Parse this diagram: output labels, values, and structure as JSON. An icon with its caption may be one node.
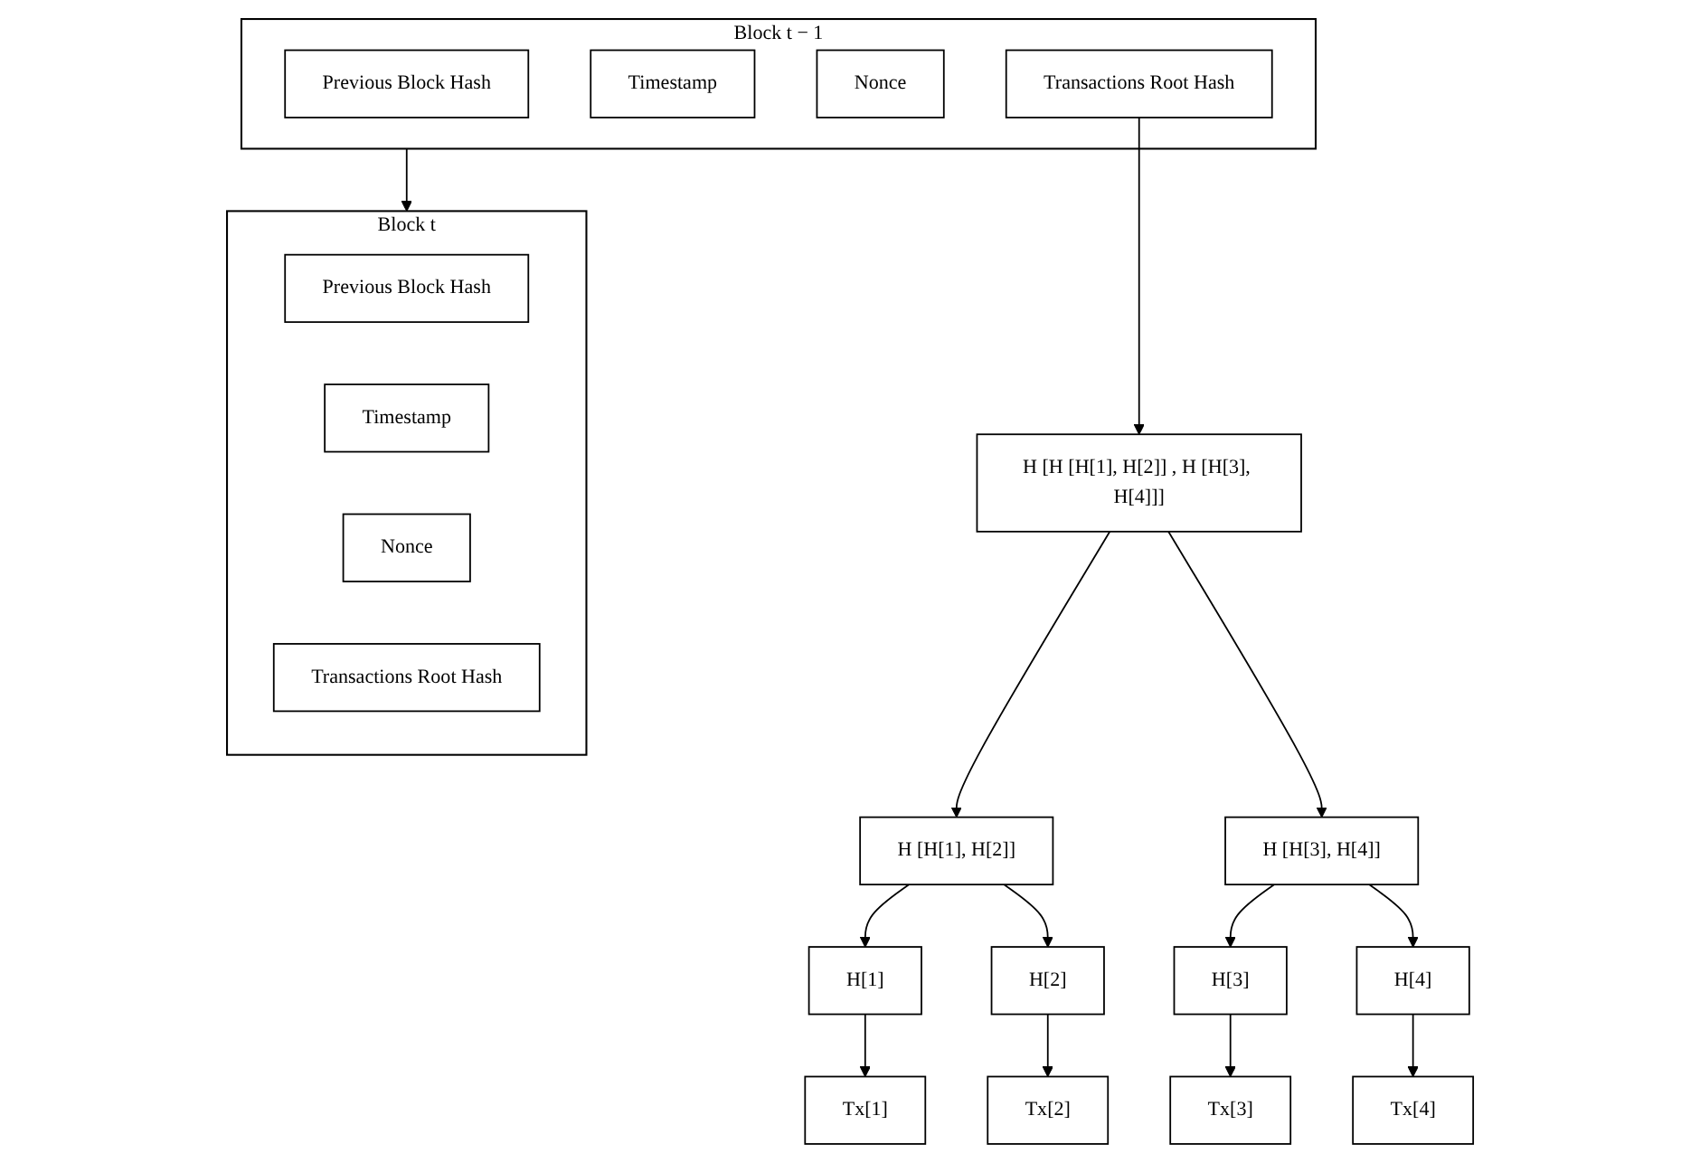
{
  "diagram": {
    "nodes": [
      {
        "text": [
          "Block t − 1"
        ]
      },
      {
        "text": [
          "Previous Block Hash"
        ],
        "in": 0
      },
      {
        "text": [
          "Timestamp"
        ],
        "in": 0
      },
      {
        "text": [
          "Nonce"
        ],
        "in": 0
      },
      {
        "text": [
          "Transactions Root Hash"
        ],
        "in": 0
      },
      {
        "text": [
          "Block t"
        ]
      },
      {
        "text": [
          "Previous Block Hash"
        ],
        "in": 5
      },
      {
        "text": [
          "Timestamp"
        ],
        "in": 5
      },
      {
        "text": [
          "Nonce"
        ],
        "in": 5
      },
      {
        "text": [
          "Transactions Root Hash"
        ],
        "in": 5
      },
      {
        "text": [
          "H [H [H[1], H[2]] , H [H[3], H[4]]]"
        ]
      },
      {
        "text": [
          "H [H[1], H[2]]"
        ]
      },
      {
        "text": [
          "H [H[3], H[4]]"
        ]
      },
      {
        "text": [
          "H[1]"
        ]
      },
      {
        "text": [
          "H[2]"
        ]
      },
      {
        "text": [
          "H[3]"
        ]
      },
      {
        "text": [
          "H[4]"
        ]
      },
      {
        "text": [
          "Tx[1]"
        ]
      },
      {
        "text": [
          "Tx[2]"
        ]
      },
      {
        "text": [
          "Tx[3]"
        ]
      },
      {
        "text": [
          "Tx[4]"
        ]
      }
    ],
    "edges": [
      {
        "from": 4,
        "to": 10,
        "arrow": "to"
      },
      {
        "from": 0,
        "to": 5,
        "arrow": "to"
      },
      {
        "from": 10,
        "to": 11,
        "arrow": "to"
      },
      {
        "from": 10,
        "to": 12,
        "arrow": "to"
      },
      {
        "from": 11,
        "to": 13,
        "arrow": "to"
      },
      {
        "from": 11,
        "to": 14,
        "arrow": "to"
      },
      {
        "from": 12,
        "to": 15,
        "arrow": "to"
      },
      {
        "from": 12,
        "to": 16,
        "arrow": "to"
      },
      {
        "from": 13,
        "to": 17,
        "arrow": "to"
      },
      {
        "from": 14,
        "to": 18,
        "arrow": "to"
      },
      {
        "from": 15,
        "to": 19,
        "arrow": "to"
      },
      {
        "from": 16,
        "to": 20,
        "arrow": "to"
      }
    ]
  }
}
